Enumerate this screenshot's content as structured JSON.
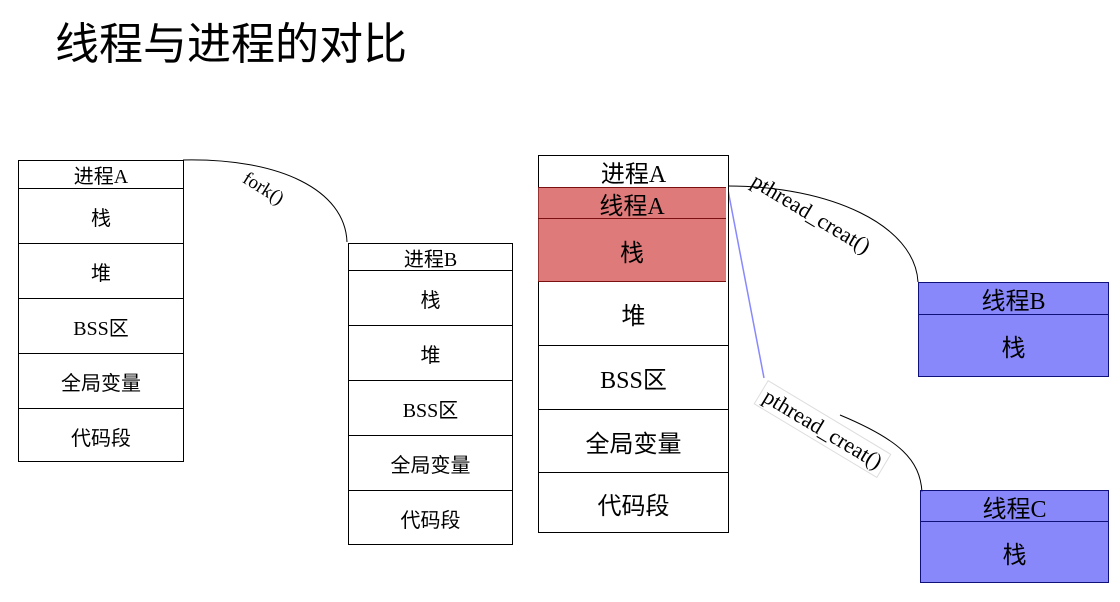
{
  "title": "线程与进程的对比",
  "left_diagram": {
    "process_a": {
      "header": "进程A",
      "segments": [
        "栈",
        "堆",
        "BSS区",
        "全局变量",
        "代码段"
      ]
    },
    "fork_label": "fork()",
    "process_b": {
      "header": "进程B",
      "segments": [
        "栈",
        "堆",
        "BSS区",
        "全局变量",
        "代码段"
      ]
    }
  },
  "right_diagram": {
    "process_a": {
      "header": "进程A",
      "thread_header": "线程A",
      "thread_stack": "栈",
      "segments": [
        "堆",
        "BSS区",
        "全局变量",
        "代码段"
      ]
    },
    "create_label_1": "pthread_creat()",
    "create_label_2": "pthread_creat()",
    "thread_b": {
      "header": "线程B",
      "stack": "栈"
    },
    "thread_c": {
      "header": "线程C",
      "stack": "栈"
    }
  },
  "colors": {
    "thread_a": "#dd7b7b",
    "thread_bc": "#8888fb",
    "link_line": "#8888ff"
  }
}
